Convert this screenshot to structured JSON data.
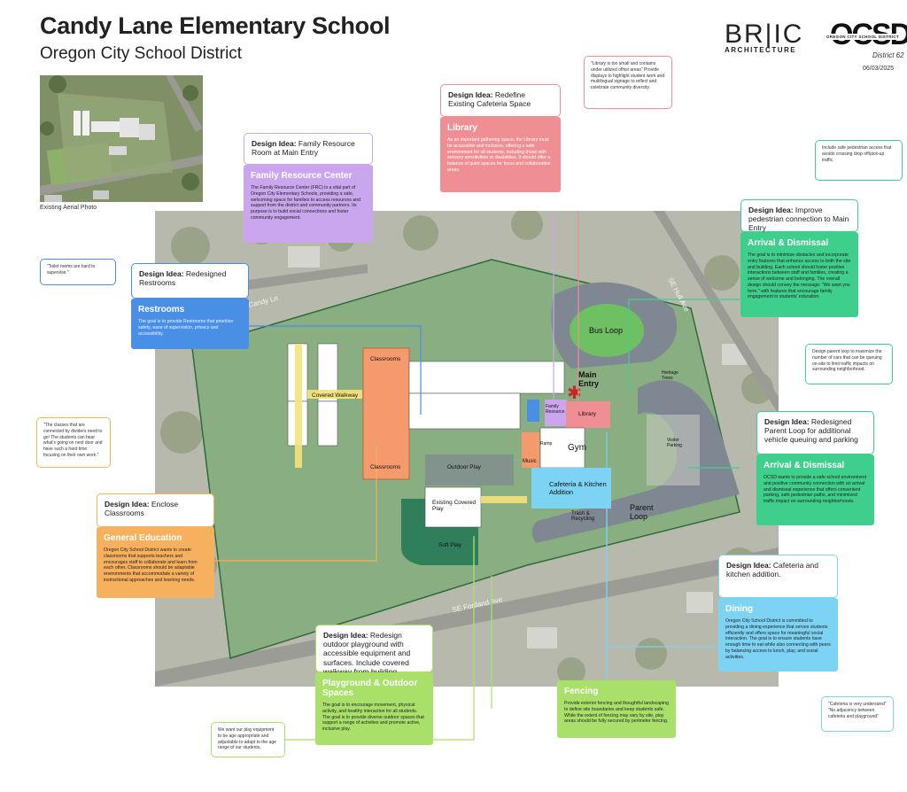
{
  "header": {
    "title": "Candy Lane Elementary School",
    "subtitle": "Oregon City School District",
    "bric": "BR|IC",
    "bric_sub": "ARCHITECTURE",
    "ocsd": "OCSD",
    "ocsd_sub": "OREGON CITY SCHOOL DISTRICT",
    "ocsd_script": "District 62",
    "date": "06/03/2025"
  },
  "aerial": {
    "caption": "Existing Aerial Photo"
  },
  "map_labels": {
    "bus_loop": "Bus Loop",
    "main_entry": "Main Entry",
    "classrooms_top": "Classrooms",
    "classrooms_bottom": "Classrooms",
    "covered_walkway": "Covered Walkway",
    "outdoor_play": "Outdoor Play",
    "gym": "Gym",
    "music": "Music",
    "ramp": "Ramp",
    "cafeteria": "Cafeteria & Kitchen Addition",
    "library": "Library",
    "family_resource": "Family Resource",
    "existing_covered_play": "Existing Covered Play",
    "trash": "Trash & Recycling",
    "parent_loop": "Parent Loop",
    "visitor_parking": "Visitor Parking",
    "heritage_trees": "Heritage Trees",
    "soft_play": "Soft Play",
    "street_candy": "Candy Ln",
    "street_hull": "SE Hull Ave",
    "street_fortland": "SE Fortland Ave"
  },
  "colors": {
    "purple": "#c9a6ee",
    "pink": "#f08f93",
    "blue": "#4a8fe6",
    "orange": "#f7b05e",
    "green": "#3fcf8c",
    "lime": "#a9e06a",
    "cyan": "#7dd3f4"
  },
  "callouts": {
    "restrooms": {
      "idea_label": "Design Idea:",
      "idea_text": "Redesigned Restrooms",
      "heading": "Restrooms",
      "body": "The goal is to provide Restrooms that prioritize safety, ease of supervision, privacy and accessibility.",
      "quote": "\"Toilet rooms are hard to supervise.\""
    },
    "family": {
      "idea_label": "Design Idea:",
      "idea_text": "Family Resource Room at Main Entry",
      "heading": "Family Resource Center",
      "body": "The Family Resource Center (FRC) is a vital part of Oregon City Elementary Schools, providing a safe, welcoming space for families to access resources and support from the district and community partners. Its purpose is to build social connections and foster community engagement."
    },
    "library": {
      "idea_label": "Design Idea:",
      "idea_text": "Redefine Existing Cafeteria Space",
      "heading": "Library",
      "body": "As an important gathering space, the Library must be accessible and inclusive, offering a safe environment for all students, including those with sensory sensitivities or disabilities. It should offer a balance of quiet spaces for focus and collaborative areas.",
      "quote": "\"Library is too small and contains under utilized office areas\"  Provide displays to highlight student work and multilingual signage to reflect and celebrate community diversity."
    },
    "pedestrian": {
      "idea_label": "Design Idea:",
      "idea_text": "Improve pedestrian connection to Main Entry",
      "heading": "Arrival & Dismissal",
      "body": "The goal is to minimize obstacles and incorporate entry features that enhance access to both the site and building. Each school should foster positive interactions between staff and families, creating a sense of welcome and belonging. The overall design should convey the message: \"We want you here,\" with features that encourage family engagement in students' education.",
      "quote": "Include safe pedestrian access that avoids crossing drop off/pick-up traffic."
    },
    "parent_loop": {
      "idea_label": "Design Idea:",
      "idea_text": "Redesigned Parent Loop for additional vehicle queuing and parking",
      "heading": "Arrival & Dismissal",
      "body": "OCSD wants to provide a safe school environment and positive community connection with an arrival and dismissal experience that offers convenient parking, safe pedestrian paths, and minimized traffic impact on surrounding neighborhoods.",
      "quote": "Design parent loop to maximize the number of cars that can be queuing on-site to limit traffic impacts on surrounding neighborhood."
    },
    "general": {
      "idea_label": "Design Idea:",
      "idea_text": "Enclose Classrooms",
      "heading": "General Education",
      "body": "Oregon City School District wants to create classrooms that supports teachers and encourages staff to collaborate and learn from each other. Classrooms should be adaptable environments that accommodate a variety of instructional approaches and learning needs.",
      "quote": "\"The classes that are connected by dividers need to go! The students can hear what's going on next door and have such a hard time focusing on their own work.\""
    },
    "dining": {
      "idea_label": "Design Idea:",
      "idea_text": "Cafeteria and kitchen addition.",
      "heading": "Dining",
      "body": "Oregon City School District is committed to providing a dining experience that serves students efficiently and offers space for meaningful social interaction. The goal is to ensure students have enough time to eat while also connecting with peers by balancing access to lunch, play, and social activities.",
      "quote": "\"Cafeteria is very undersized\"  \"No adjacency between cafeteria and playground\""
    },
    "playground": {
      "idea_label": "Design Idea:",
      "idea_text": "Redesign outdoor playground with accessible equipment and surfaces. Include covered walkway from building.",
      "heading": "Playground & Outdoor Spaces",
      "body": "The goal is to encourage movement, physical activity, and healthy interaction for all students. The goal is to provide diverse outdoor spaces that support a range of activities and promote active, inclusive play.",
      "quote": "We want our play equipment to be age appropriate and adjustable to adapt to the age range of our students."
    },
    "fencing": {
      "heading": "Fencing",
      "body": "Provide exterior fencing and thoughtful landscaping to define site boundaries and keep students safe. While the extent of fencing may vary by site, play areas should be fully secured by perimeter fencing."
    }
  }
}
